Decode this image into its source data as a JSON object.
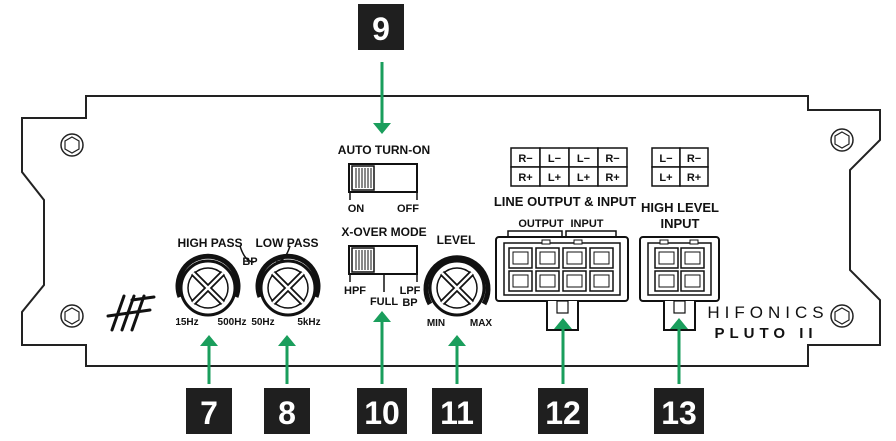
{
  "brand": {
    "name": "HIFONICS",
    "model": "PLUTO II",
    "logo_text": "HF"
  },
  "callouts": {
    "n7": "7",
    "n8": "8",
    "n9": "9",
    "n10": "10",
    "n11": "11",
    "n12": "12",
    "n13": "13"
  },
  "auto_turn_on": {
    "title": "AUTO TURN-ON",
    "on": "ON",
    "off": "OFF"
  },
  "crossover": {
    "title": "X-OVER MODE",
    "hpf": "HPF",
    "full": "FULL",
    "lpf": "LPF",
    "bp": "BP"
  },
  "high_pass": {
    "title": "HIGH PASS",
    "min": "15Hz",
    "max": "500Hz"
  },
  "low_pass": {
    "title": "LOW PASS",
    "min": "50Hz",
    "max": "5kHz"
  },
  "bp_label": "BP",
  "level": {
    "title": "LEVEL",
    "min": "MIN",
    "max": "MAX"
  },
  "line_io": {
    "title": "LINE OUTPUT & INPUT",
    "output": "OUTPUT",
    "input": "INPUT",
    "pins_top": [
      "R−",
      "L−",
      "L−",
      "R−"
    ],
    "pins_bottom": [
      "R+",
      "L+",
      "L+",
      "R+"
    ]
  },
  "high_level": {
    "title_1": "HIGH LEVEL",
    "title_2": "INPUT",
    "pins_top": [
      "L−",
      "R−"
    ],
    "pins_bottom": [
      "L+",
      "R+"
    ]
  },
  "colors": {
    "arrow": "#1a9e5c",
    "callout_bg": "#1f1f1f",
    "outline": "#222222"
  }
}
